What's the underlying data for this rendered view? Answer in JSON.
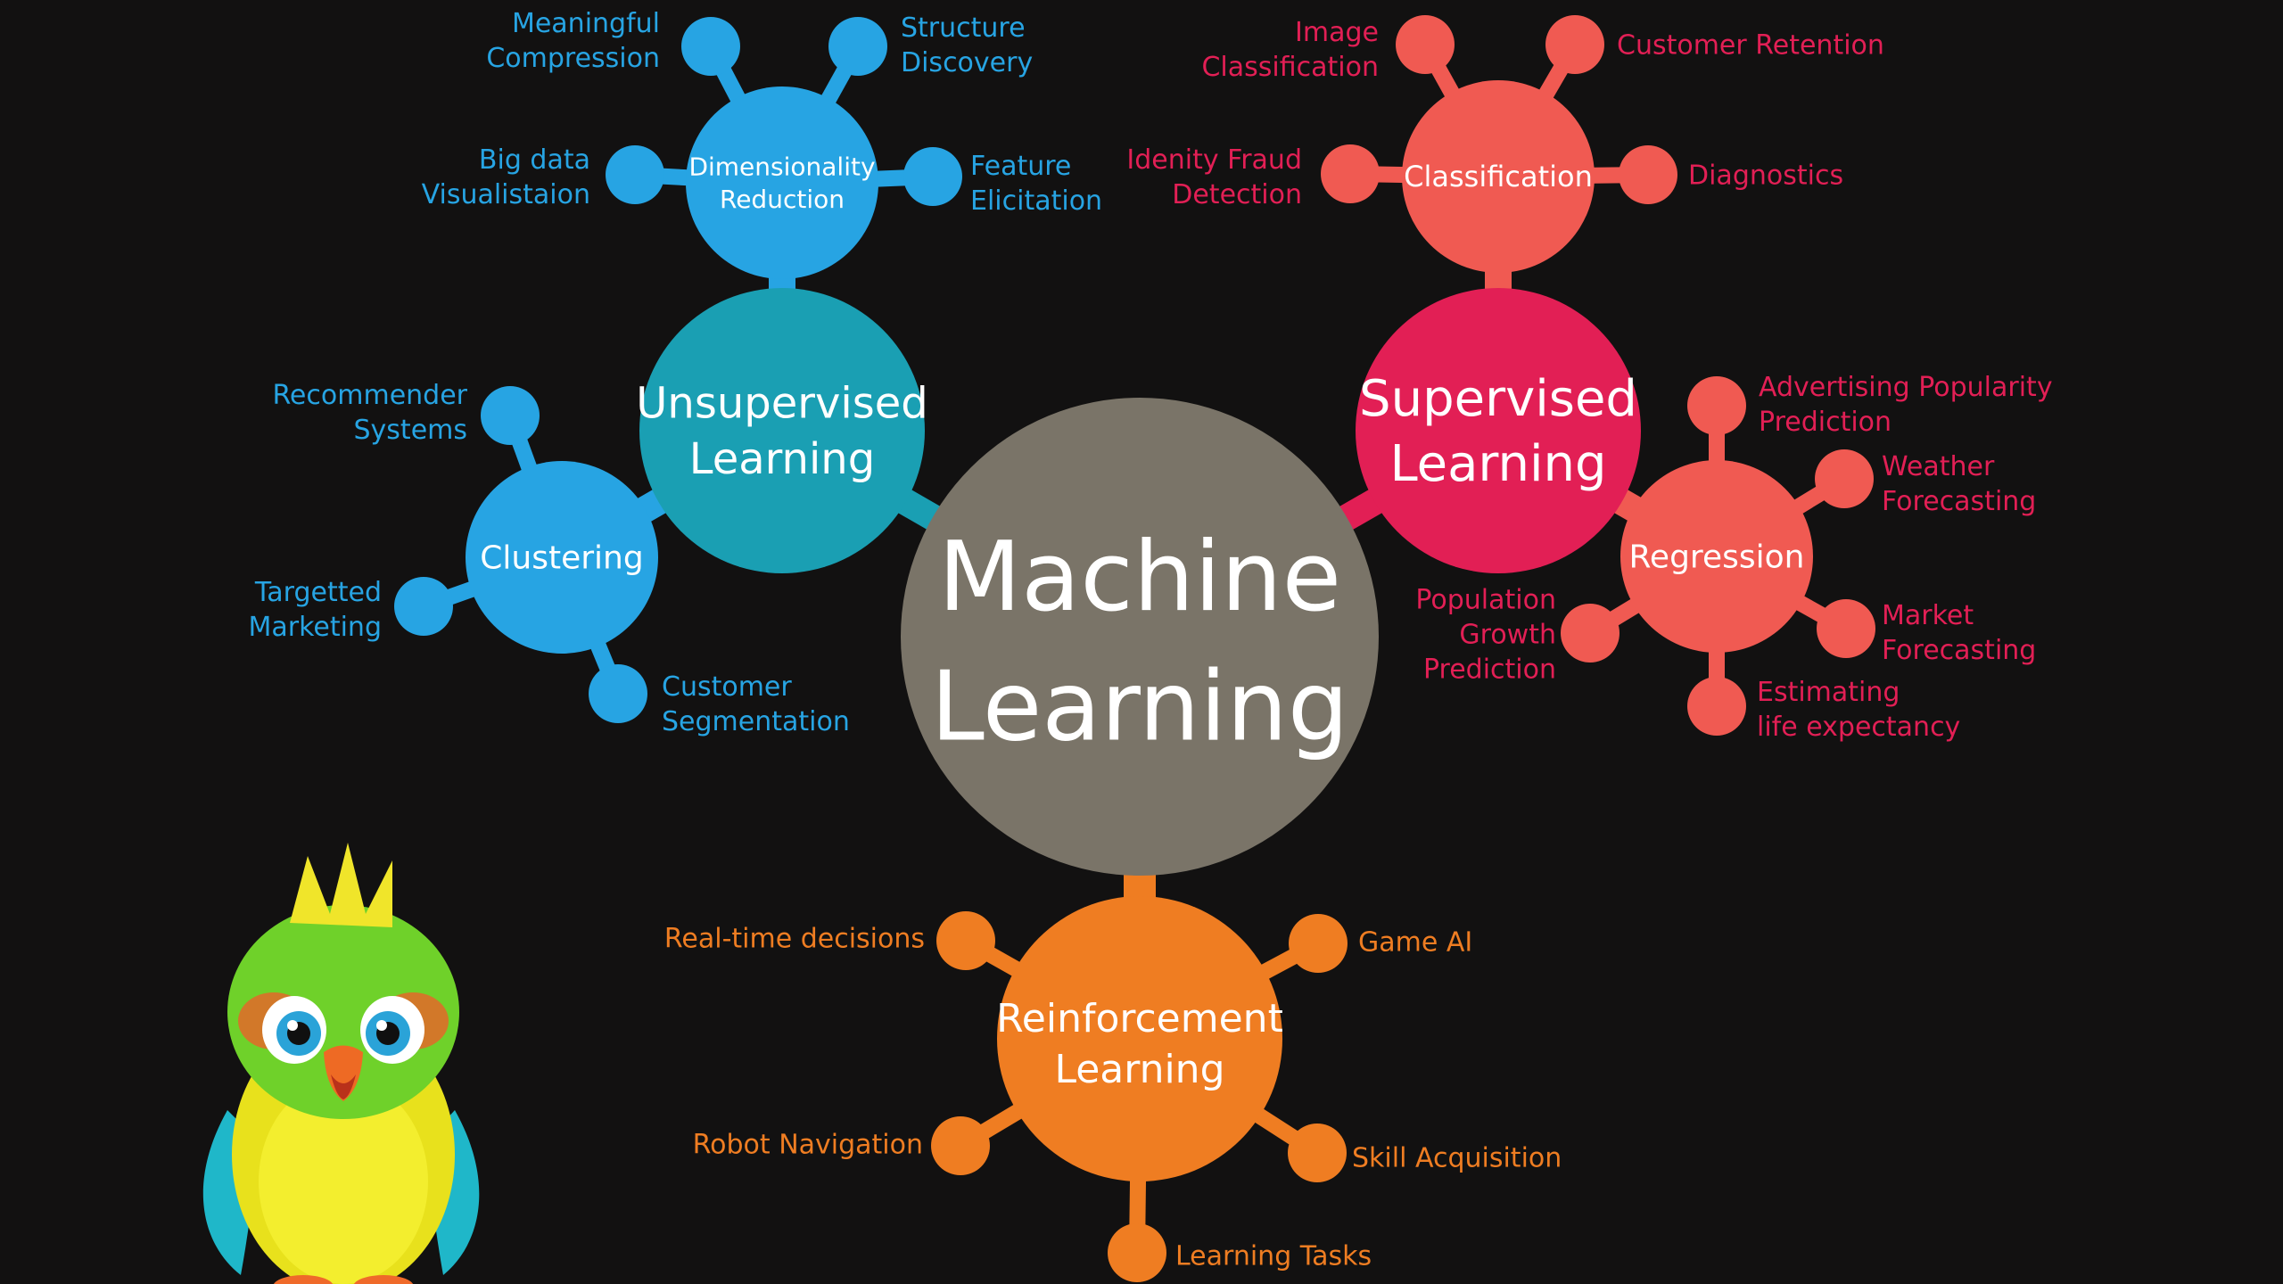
{
  "colors": {
    "background": "#121111",
    "center": "#7a7468",
    "unsupervised": "#1a9fb3",
    "unsupervised_sub": "#27a4e3",
    "supervised": "#e21f55",
    "supervised_sub": "#f05a52",
    "reinforcement": "#ef7d22"
  },
  "center": {
    "lines": [
      "Machine",
      "Learning"
    ]
  },
  "unsupervised": {
    "title": [
      "Unsupervised",
      "Learning"
    ],
    "dimensionality": {
      "title": [
        "Dimensionality",
        "Reduction"
      ],
      "leaves": [
        {
          "lines": [
            "Meaningful",
            "Compression"
          ]
        },
        {
          "lines": [
            "Structure",
            "Discovery"
          ]
        },
        {
          "lines": [
            "Big data",
            "Visualistaion"
          ]
        },
        {
          "lines": [
            "Feature",
            "Elicitation"
          ]
        }
      ]
    },
    "clustering": {
      "title": [
        "Clustering"
      ],
      "leaves": [
        {
          "lines": [
            "Recommender",
            "Systems"
          ]
        },
        {
          "lines": [
            "Targetted",
            "Marketing"
          ]
        },
        {
          "lines": [
            "Customer",
            "Segmentation"
          ]
        }
      ]
    }
  },
  "supervised": {
    "title": [
      "Supervised",
      "Learning"
    ],
    "classification": {
      "title": [
        "Classification"
      ],
      "leaves": [
        {
          "lines": [
            "Image",
            "Classification"
          ]
        },
        {
          "lines": [
            "Customer Retention"
          ]
        },
        {
          "lines": [
            "Idenity Fraud",
            "Detection"
          ]
        },
        {
          "lines": [
            "Diagnostics"
          ]
        }
      ]
    },
    "regression": {
      "title": [
        "Regression"
      ],
      "leaves": [
        {
          "lines": [
            "Advertising Popularity",
            "Prediction"
          ]
        },
        {
          "lines": [
            "Weather",
            "Forecasting"
          ]
        },
        {
          "lines": [
            "Population",
            "Growth",
            "Prediction"
          ]
        },
        {
          "lines": [
            "Market",
            "Forecasting"
          ]
        },
        {
          "lines": [
            "Estimating",
            "life expectancy"
          ]
        }
      ]
    }
  },
  "reinforcement": {
    "title": [
      "Reinforcement",
      "Learning"
    ],
    "leaves": [
      {
        "lines": [
          "Real-time decisions"
        ]
      },
      {
        "lines": [
          "Game AI"
        ]
      },
      {
        "lines": [
          "Robot Navigation"
        ]
      },
      {
        "lines": [
          "Skill Acquisition"
        ]
      },
      {
        "lines": [
          "Learning Tasks"
        ]
      }
    ]
  },
  "mascot": {
    "name": "parrot-mascot"
  }
}
